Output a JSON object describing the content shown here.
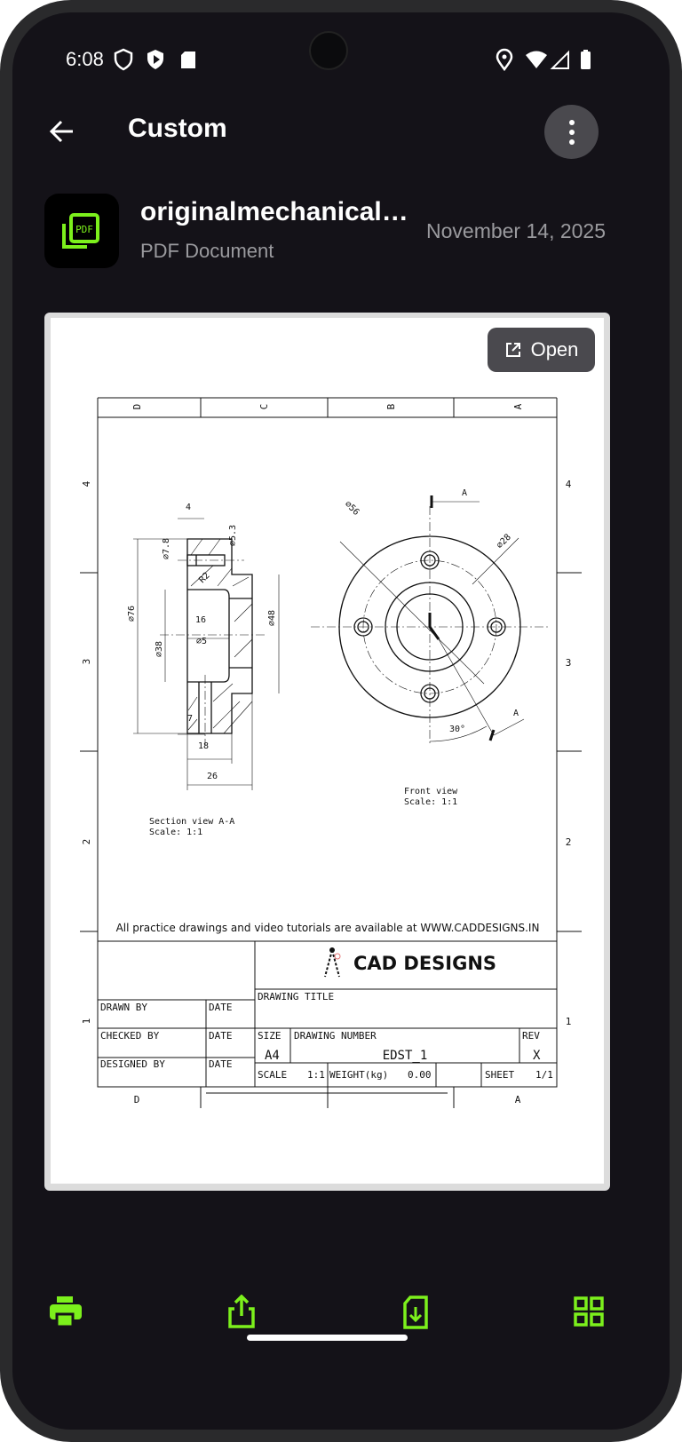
{
  "status_bar": {
    "time": "6:08",
    "icons": [
      "shield-icon",
      "play-shield-icon",
      "sd-card-icon",
      "location-icon",
      "wifi-icon",
      "signal-icon",
      "battery-icon"
    ]
  },
  "app_bar": {
    "title": "Custom",
    "back_icon": "arrow-left-icon",
    "menu_icon": "more-vert-icon"
  },
  "file": {
    "name": "originalmechanical…",
    "type": "PDF Document",
    "date": "November 14, 2025",
    "icon_label": "PDF"
  },
  "preview": {
    "open_label": "Open"
  },
  "drawing": {
    "zones_cols": [
      "D",
      "C",
      "B",
      "A"
    ],
    "zones_rows": [
      "4",
      "3",
      "2",
      "1"
    ],
    "section_dims": [
      "4",
      "⌀7.8",
      "⌀5.3",
      "R2",
      "⌀76",
      "⌀38",
      "16",
      "⌀5",
      "⌀48",
      "7",
      "18",
      "26"
    ],
    "front_dims": [
      "A",
      "⌀56",
      "⌀28",
      "30°",
      "A"
    ],
    "section_caption": "Section view A-A",
    "section_scale": "Scale:  1:1",
    "front_caption": "Front view",
    "front_scale": "Scale:  1:1",
    "note": "All practice drawings and video tutorials are available at WWW.CADDESIGNS.IN",
    "logo": "CAD DESIGNS",
    "title_block": {
      "drawing_title": "DRAWING TITLE",
      "drawn_by": "DRAWN BY",
      "checked_by": "CHECKED BY",
      "designed_by": "DESIGNED BY",
      "date": "DATE",
      "size_label": "SIZE",
      "size": "A4",
      "drawing_number_label": "DRAWING NUMBER",
      "drawing_number": "EDST_1",
      "rev_label": "REV",
      "rev": "X",
      "scale_label": "SCALE",
      "scale": "1:1",
      "weight_label": "WEIGHT(kg)",
      "weight": "0.00",
      "sheet_label": "SHEET",
      "sheet": "1/1"
    }
  },
  "bottom_nav": [
    "print-icon",
    "share-icon",
    "save-file-icon",
    "grid-icon"
  ],
  "colors": {
    "accent": "#7CF01C",
    "background": "#141218",
    "button": "#4a494e"
  }
}
